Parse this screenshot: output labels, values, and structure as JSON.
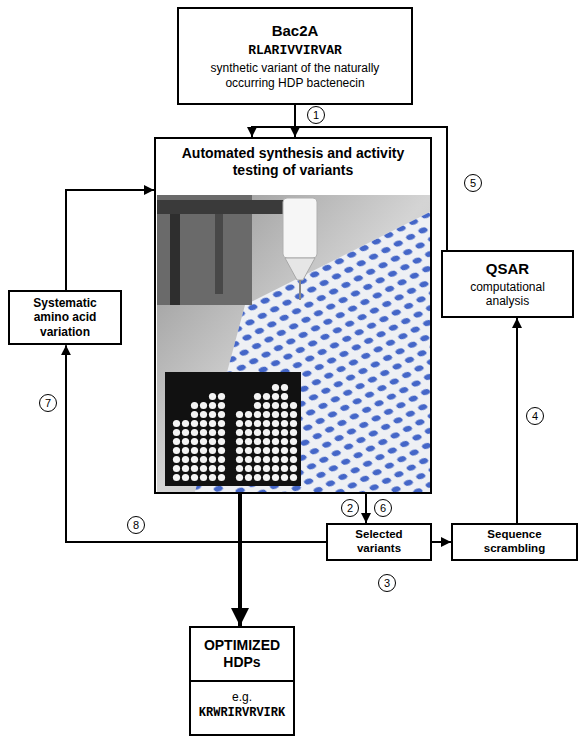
{
  "diagram": {
    "nodes": [
      {
        "text": [
          "Bac2A",
          "RLARIVVIRVAR",
          "synthetic variant of the naturally occurring HDP bactenecin"
        ]
      },
      {
        "text": [
          "Automated synthesis and activity testing of variants"
        ]
      },
      {
        "text": [
          "Systematic amino acid variation"
        ]
      },
      {
        "text": [
          "QSAR",
          "computational analysis"
        ]
      },
      {
        "text": [
          "Selected variants"
        ]
      },
      {
        "text": [
          "Sequence scrambling"
        ]
      },
      {
        "text": [
          "OPTIMIZED HDPs",
          "e.g.",
          "KRWRIRVRVIRK"
        ]
      }
    ],
    "edges": [
      {
        "from": 0,
        "to": 1,
        "arrow": "to"
      },
      {
        "from": 1,
        "to": 4,
        "arrow": "to"
      },
      {
        "from": 4,
        "to": 5,
        "arrow": "to"
      },
      {
        "from": 5,
        "to": 3,
        "arrow": "to"
      },
      {
        "from": 3,
        "to": 1,
        "arrow": "to"
      },
      {
        "from": 4,
        "to": 2,
        "arrow": "to"
      },
      {
        "from": 2,
        "to": 1,
        "arrow": "to"
      },
      {
        "from": 1,
        "to": 6,
        "arrow": "to"
      }
    ],
    "labels": [
      "1",
      "5",
      "4",
      "2",
      "6",
      "3",
      "7",
      "8"
    ]
  }
}
